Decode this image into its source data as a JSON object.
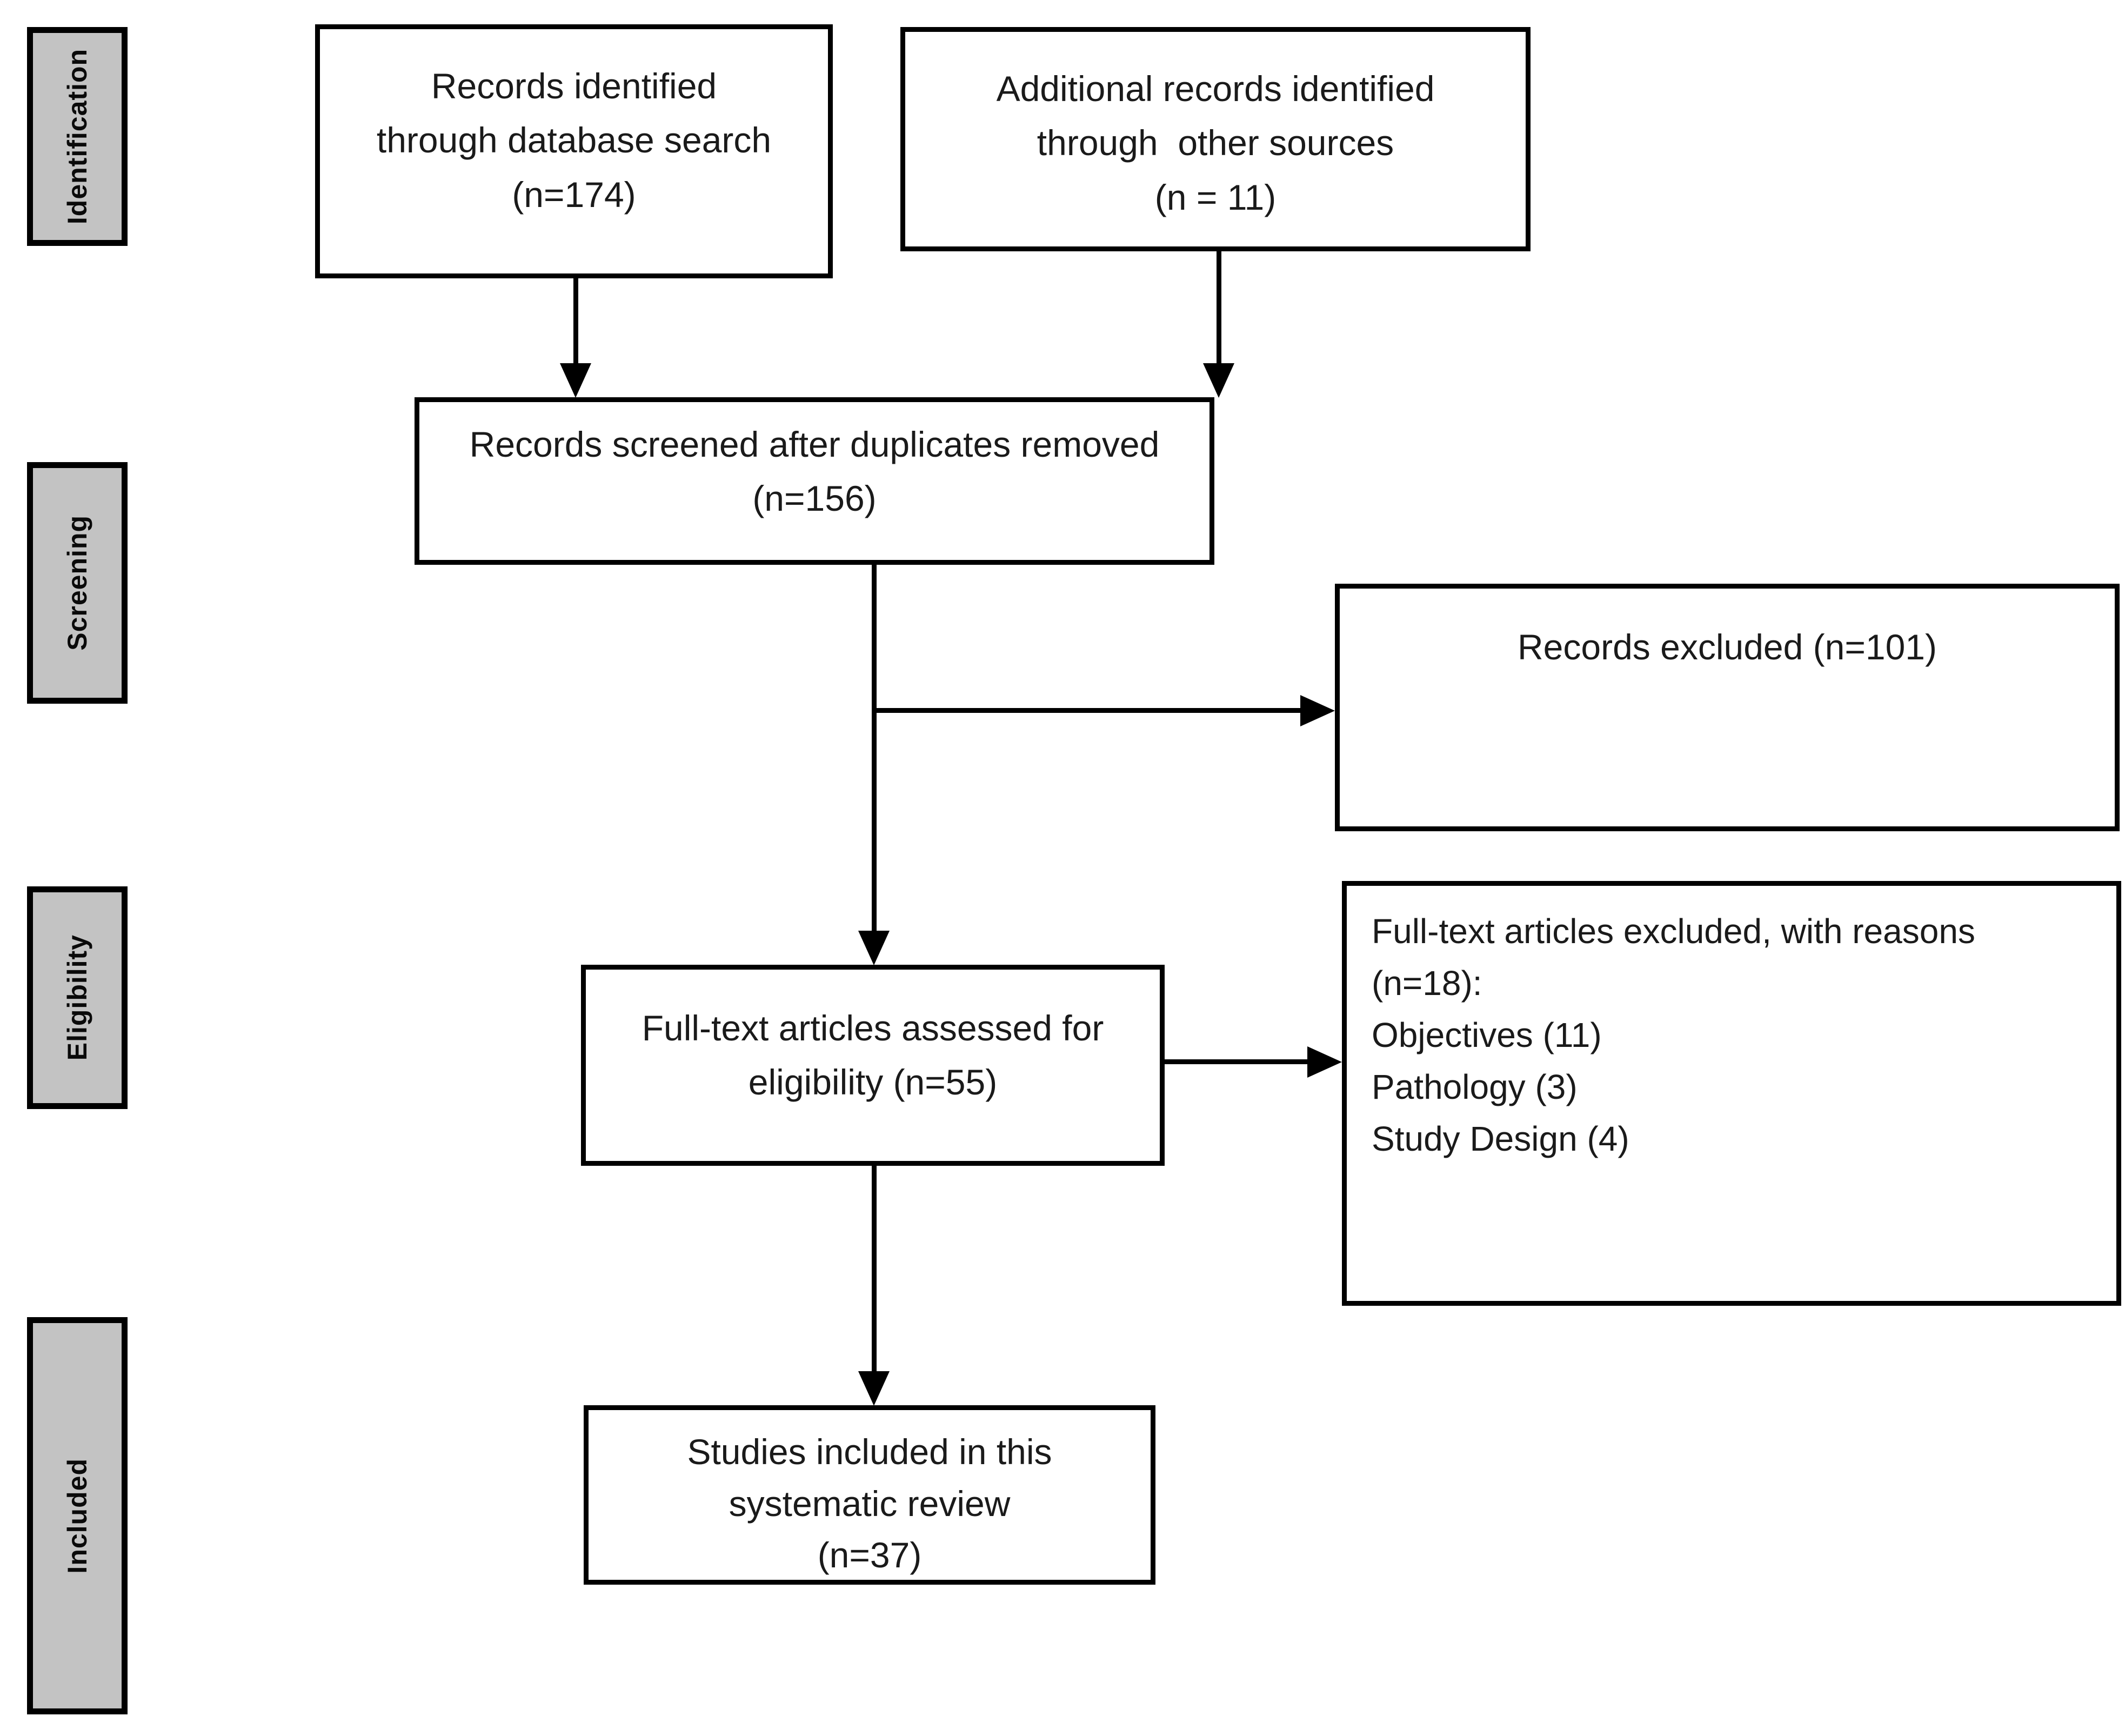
{
  "diagram": {
    "type": "prisma-flowchart",
    "stages": [
      {
        "label": "Identification"
      },
      {
        "label": "Screening"
      },
      {
        "label": "Eligibility"
      },
      {
        "label": "Included"
      }
    ],
    "boxes": {
      "db_search": {
        "lines": [
          "Records identified",
          "through database search",
          "(n=174)"
        ]
      },
      "other_sources": {
        "lines": [
          "Additional records identified",
          "through  other sources",
          "(n = 11)"
        ]
      },
      "screened": {
        "lines": [
          "Records screened after duplicates removed",
          "(n=156)"
        ]
      },
      "records_excluded": {
        "lines": [
          "Records excluded (n=101)"
        ]
      },
      "fulltext_assessed": {
        "lines": [
          "Full-text articles assessed for",
          "eligibility (n=55)"
        ]
      },
      "fulltext_excluded": {
        "lines": [
          "Full-text articles excluded, with reasons",
          "(n=18):",
          "Objectives (11)",
          "Pathology (3)",
          "Study Design (4)"
        ]
      },
      "included_studies": {
        "lines": [
          "Studies included in this",
          "systematic review",
          "(n=37)"
        ]
      }
    },
    "colors": {
      "stage_fill": "#c3c3c3",
      "line": "#000000",
      "background": "#ffffff",
      "text": "#1a1a1a"
    }
  }
}
